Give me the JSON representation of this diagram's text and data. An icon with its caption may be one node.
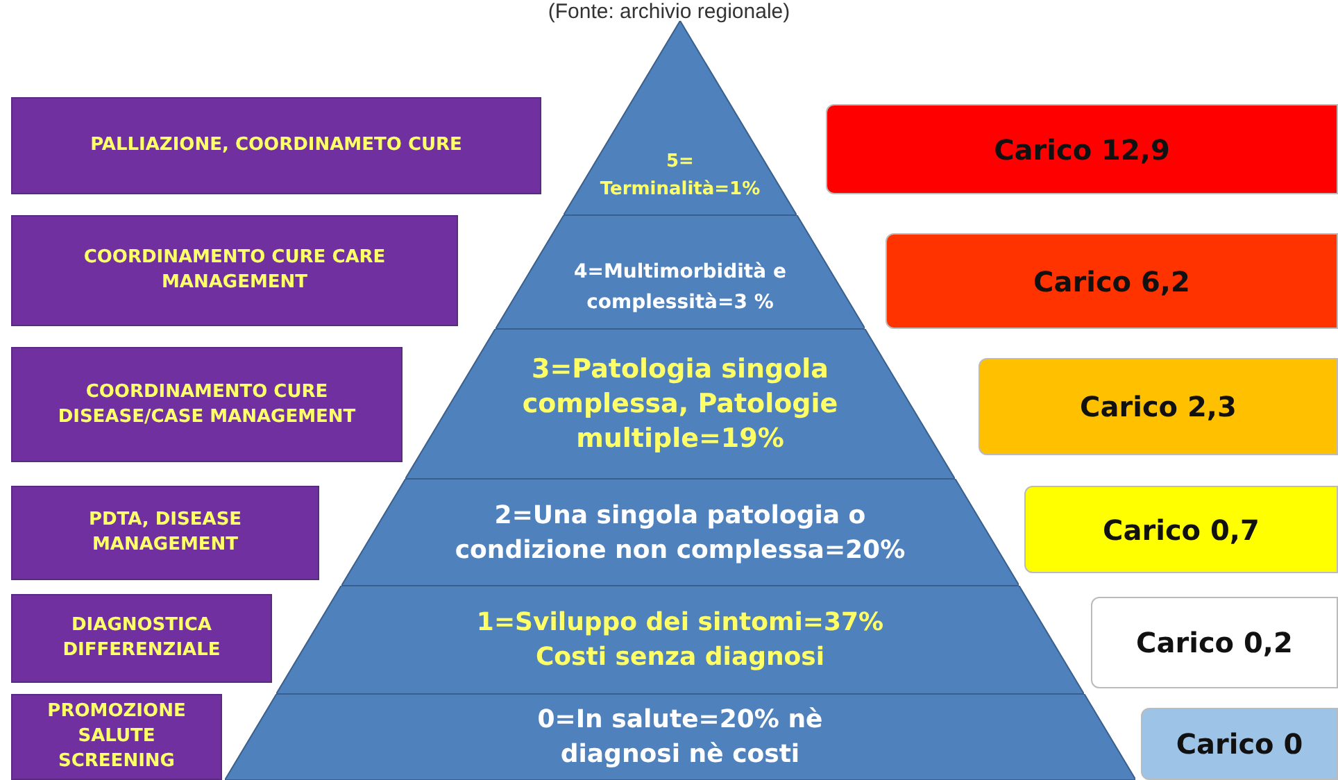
{
  "diagram": {
    "title": "(Fonte: archivio regionale)",
    "nodes": [
      {
        "text": [
          "PALLIAZIONE, COORDINAMETO CURE"
        ]
      },
      {
        "text": [
          "5= Terminalità=1%"
        ]
      },
      {
        "text": [
          "Carico  12,9"
        ]
      },
      {
        "text": [
          "COORDINAMENTO CURE CARE MANAGEMENT"
        ]
      },
      {
        "text": [
          "4=Multimorbidità e complessità=3 %"
        ]
      },
      {
        "text": [
          "Carico  6,2"
        ]
      },
      {
        "text": [
          "COORDINAMENTO CURE DISEASE/CASE MANAGEMENT"
        ]
      },
      {
        "text": [
          "3=Patologia singola complessa, Patologie multiple=19%"
        ]
      },
      {
        "text": [
          "Carico  2,3"
        ]
      },
      {
        "text": [
          "PDTA, DISEASE MANAGEMENT"
        ]
      },
      {
        "text": [
          "2=Una singola patologia o condizione non complessa=20%"
        ]
      },
      {
        "text": [
          "Carico   0,7"
        ]
      },
      {
        "text": [
          "DIAGNOSTICA DIFFERENZIALE"
        ]
      },
      {
        "text": [
          "1=Sviluppo dei sintomi=37% Costi senza diagnosi"
        ]
      },
      {
        "text": [
          "Carico   0,2"
        ]
      },
      {
        "text": [
          "PROMOZIONE SALUTE SCREENING"
        ]
      },
      {
        "text": [
          "0=In salute=20% nè diagnosi nè costi"
        ]
      },
      {
        "text": [
          "Carico  0"
        ]
      }
    ],
    "edges": []
  }
}
